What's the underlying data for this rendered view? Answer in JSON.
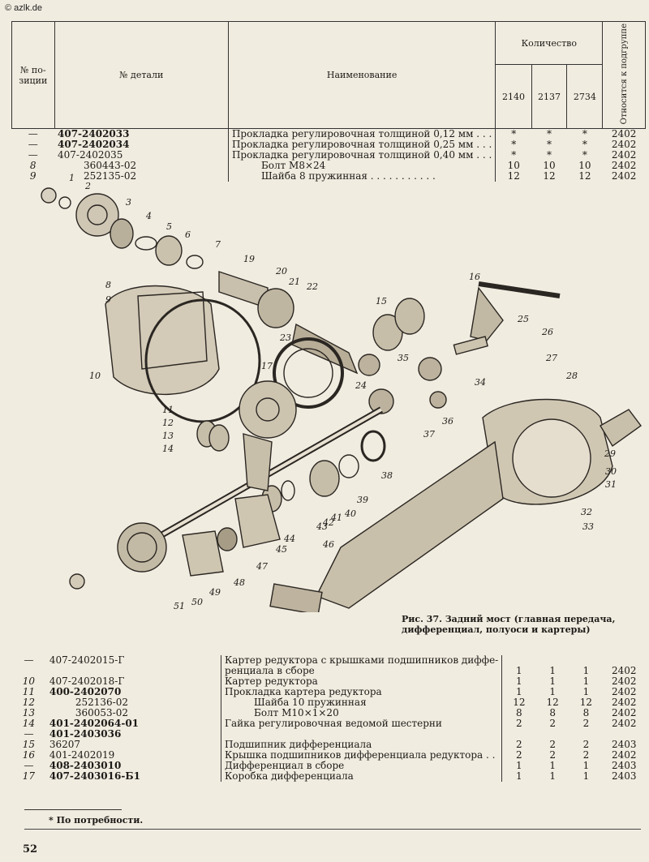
{
  "watermark": "© azlk.de",
  "header": {
    "pos": "№ по-\nзиции",
    "part": "№ детали",
    "name": "Наименование",
    "qty": "Количество",
    "m1": "2140",
    "m2": "2137",
    "m3": "2734",
    "sub": "Относится к подгруппе"
  },
  "top_rows": [
    {
      "pos": "—",
      "part": "407-2402033",
      "name": "Прокладка регулировочная толщиной 0,12 мм . . .",
      "q1": "*",
      "q2": "*",
      "q3": "*",
      "sub": "2402",
      "bold": true,
      "indent": false
    },
    {
      "pos": "—",
      "part": "407-2402034",
      "name": "Прокладка регулировочная толщиной 0,25 мм . . .",
      "q1": "*",
      "q2": "*",
      "q3": "*",
      "sub": "2402",
      "bold": true,
      "indent": false
    },
    {
      "pos": "—",
      "part": "407-2402035",
      "name": "Прокладка регулировочная толщиной 0,40 мм . . .",
      "q1": "*",
      "q2": "*",
      "q3": "*",
      "sub": "2402",
      "bold": false,
      "indent": false
    },
    {
      "pos": "8",
      "part": "360443-02",
      "name": "Болт М8×24",
      "q1": "10",
      "q2": "10",
      "q3": "10",
      "sub": "2402",
      "bold": false,
      "indent": true
    },
    {
      "pos": "9",
      "part": "252135-02",
      "name": "Шайба 8 пружинная . . . . . . . . . . .",
      "q1": "12",
      "q2": "12",
      "q3": "12",
      "sub": "2402",
      "bold": false,
      "indent": true
    }
  ],
  "bottom_rows": [
    {
      "pos": "—",
      "part": "407-2402015-Г",
      "name": "Картер редуктора с крышками подшипников диффе-",
      "q1": "",
      "q2": "",
      "q3": "",
      "sub": "",
      "bold": false,
      "indent": false
    },
    {
      "pos": "",
      "part": "",
      "name": "ренциала в сборе",
      "q1": "1",
      "q2": "1",
      "q3": "1",
      "sub": "2402",
      "bold": false,
      "indent": false
    },
    {
      "pos": "10",
      "part": "407-2402018-Г",
      "name": "Картер редуктора",
      "q1": "1",
      "q2": "1",
      "q3": "1",
      "sub": "2402",
      "bold": false,
      "indent": false
    },
    {
      "pos": "11",
      "part": "400-2402070",
      "name": "Прокладка картера редуктора",
      "q1": "1",
      "q2": "1",
      "q3": "1",
      "sub": "2402",
      "bold": true,
      "indent": false
    },
    {
      "pos": "12",
      "part": "252136-02",
      "name": "Шайба 10 пружинная",
      "q1": "12",
      "q2": "12",
      "q3": "12",
      "sub": "2402",
      "bold": false,
      "indent": true
    },
    {
      "pos": "13",
      "part": "360053-02",
      "name": "Болт М10×1×20",
      "q1": "8",
      "q2": "8",
      "q3": "8",
      "sub": "2402",
      "bold": false,
      "indent": true
    },
    {
      "pos": "14",
      "part": "401-2402064-01",
      "name": "Гайка регулировочная ведомой шестерни",
      "q1": "2",
      "q2": "2",
      "q3": "2",
      "sub": "2402",
      "bold": true,
      "indent": false
    },
    {
      "pos": "—",
      "part": "401-2403036",
      "name": "",
      "q1": "",
      "q2": "",
      "q3": "",
      "sub": "",
      "bold": true,
      "indent": false
    },
    {
      "pos": "15",
      "part": "36207",
      "name": "Подшипник дифференциала",
      "q1": "2",
      "q2": "2",
      "q3": "2",
      "sub": "2403",
      "bold": false,
      "indent": false
    },
    {
      "pos": "16",
      "part": "401-2402019",
      "name": "Крышка подшипников дифференциала редуктора . .",
      "q1": "2",
      "q2": "2",
      "q3": "2",
      "sub": "2402",
      "bold": false,
      "indent": false
    },
    {
      "pos": "—",
      "part": "408-2403010",
      "name": "Дифференциал в сборе",
      "q1": "1",
      "q2": "1",
      "q3": "1",
      "sub": "2403",
      "bold": true,
      "indent": false
    },
    {
      "pos": "17",
      "part": "407-2403016-Б1",
      "name": "Коробка дифференциала",
      "q1": "1",
      "q2": "1",
      "q3": "1",
      "sub": "2403",
      "bold": true,
      "indent": false
    }
  ],
  "caption": "Рис. 37. Задний мост (главная передача, дифференциал, полуоси и картеры)",
  "footnote": "* По потребности.",
  "page_number": "52",
  "diagram_labels": [
    "1",
    "2",
    "3",
    "4",
    "5",
    "6",
    "7",
    "8",
    "9",
    "10",
    "11",
    "12",
    "13",
    "14",
    "15",
    "16",
    "17",
    "19",
    "20",
    "21",
    "22",
    "23",
    "24",
    "25",
    "26",
    "27",
    "28",
    "29",
    "30",
    "31",
    "32",
    "33",
    "34",
    "35",
    "36",
    "37",
    "38",
    "39",
    "40",
    "41",
    "42",
    "43",
    "44",
    "45",
    "46",
    "47",
    "48",
    "49",
    "50",
    "51"
  ]
}
